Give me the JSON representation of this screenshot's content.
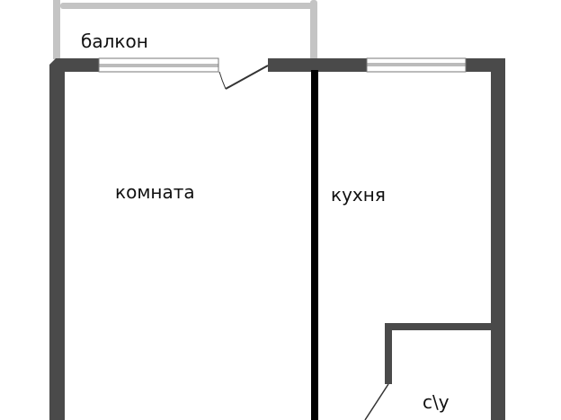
{
  "rooms": {
    "balcony": "балкон",
    "room": "комната",
    "kitchen": "кухня",
    "bathroom": "c\\y"
  },
  "colors": {
    "wall": "#4a4a4a",
    "partition": "#000000",
    "balcony_rail": "#c4c4c4",
    "window_frame": "#777777"
  }
}
